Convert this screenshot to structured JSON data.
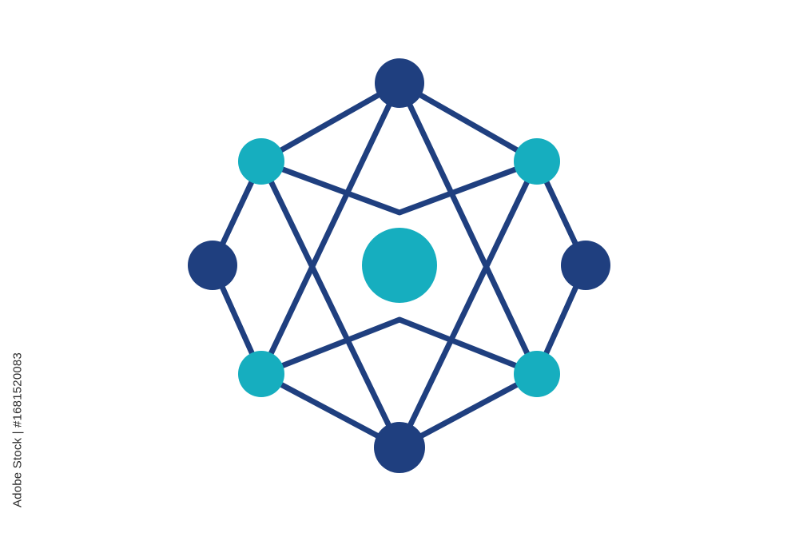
{
  "stock_id": "Adobe Stock | #1681520083",
  "colors": {
    "navy": "#1f3f7f",
    "teal": "#16aebf",
    "background": "#ffffff"
  },
  "graphic": {
    "icon": "molecular-network-icon",
    "description_nodes": [
      "top",
      "upper-left",
      "upper-right",
      "left",
      "right",
      "lower-left",
      "lower-right",
      "bottom",
      "center"
    ]
  }
}
